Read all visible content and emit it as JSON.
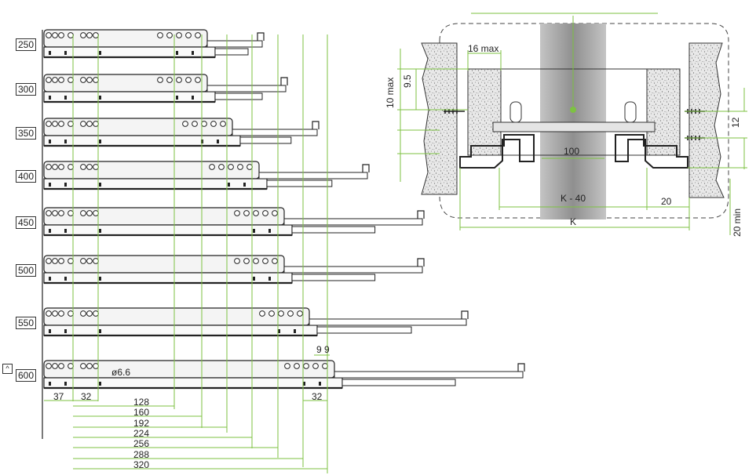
{
  "rail_lengths": [
    "250",
    "300",
    "350",
    "400",
    "450",
    "500",
    "550",
    "600"
  ],
  "left_dims": {
    "d37": "37",
    "d32_left": "32",
    "d32_right": "32",
    "d9a": "9",
    "d9b": "9",
    "hole": "ø6.6",
    "chain": [
      "128",
      "160",
      "192",
      "224",
      "256",
      "288",
      "320"
    ]
  },
  "section": {
    "d16max": "16 max",
    "d9_5": "9.5",
    "d10max": "10  max",
    "d12": "12",
    "d100": "100",
    "dK40": "K - 40",
    "d20": "20",
    "dK": "K",
    "d20min": "20 min"
  },
  "colors": {
    "dimension": "#7dc242",
    "outline": "#222222",
    "rail_fill": "#f4f4f4",
    "board": "#d9d9d9",
    "center_band": "#a9a9a9"
  }
}
